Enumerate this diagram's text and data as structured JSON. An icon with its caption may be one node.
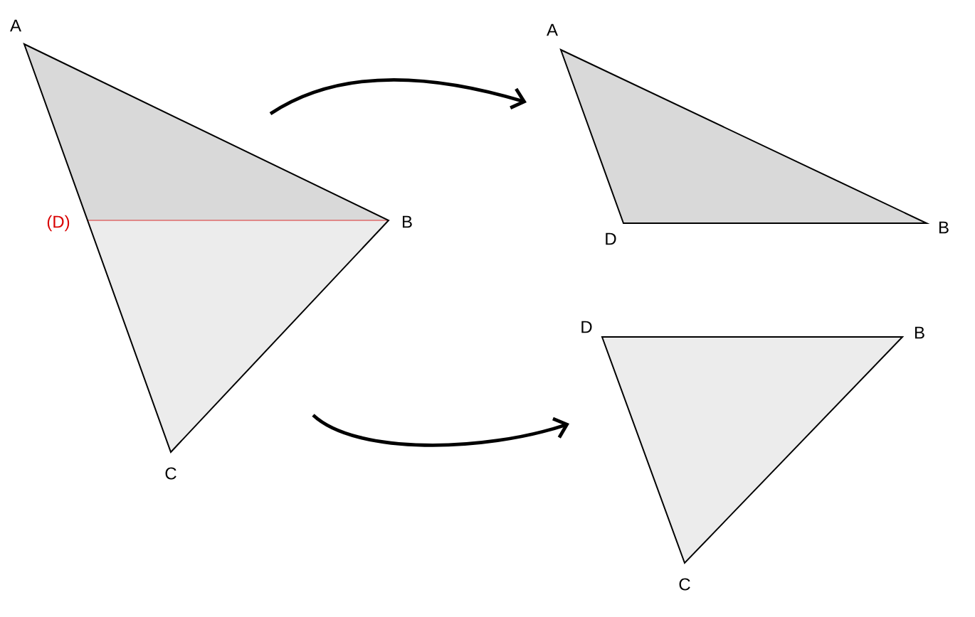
{
  "diagram": {
    "nodes": [
      {
        "text": [],
        "shape": "triangle",
        "beside": [
          "A",
          "(D)",
          "B",
          "C"
        ]
      },
      {
        "text": [],
        "shape": "triangle",
        "beside": [
          "A",
          "D",
          "B"
        ]
      },
      {
        "text": [],
        "shape": "triangle",
        "beside": [
          "D",
          "B",
          "C"
        ]
      }
    ],
    "edges": [
      {
        "from": 0,
        "to": 1,
        "arrow": "to"
      },
      {
        "from": 0,
        "to": 2,
        "arrow": "to"
      }
    ]
  }
}
